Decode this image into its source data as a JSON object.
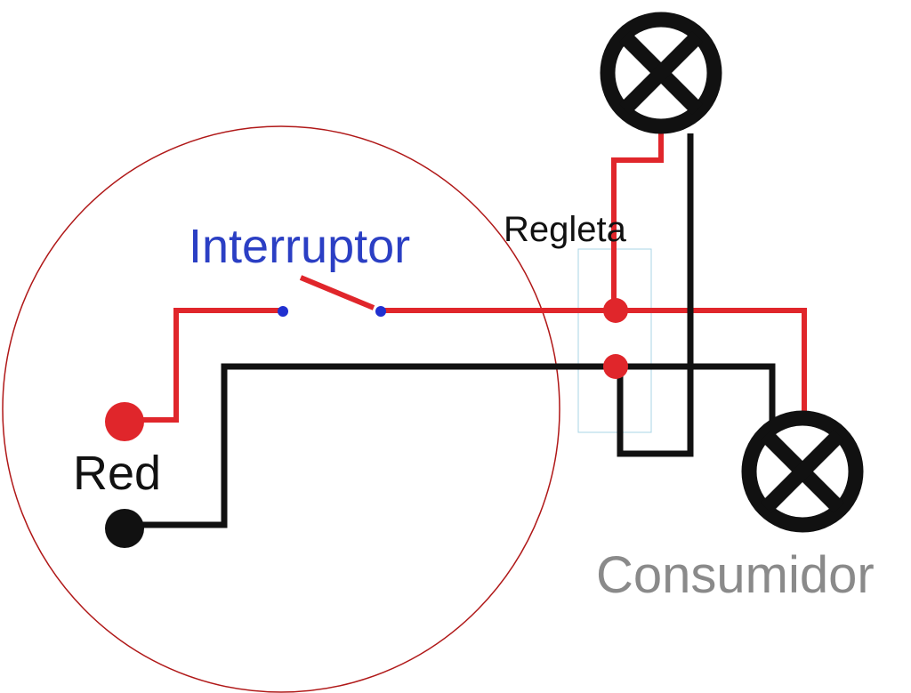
{
  "labels": {
    "interruptor": "Interruptor",
    "regleta": "Regleta",
    "red": "Red",
    "consumidor": "Consumidor"
  },
  "colors": {
    "phase_wire": "#e0262b",
    "neutral_wire": "#111111",
    "switch_contact": "#2030d0",
    "highlight_circle": "#b01818",
    "regleta_box": "#a8d4e6",
    "interruptor_text": "#2b3fc4",
    "regleta_text": "#111111",
    "red_text": "#111111",
    "consumidor_text": "#8a8a8a"
  },
  "icons": {
    "lamp_top": "lamp-icon",
    "lamp_bottom": "lamp-icon",
    "switch": "switch-icon"
  }
}
